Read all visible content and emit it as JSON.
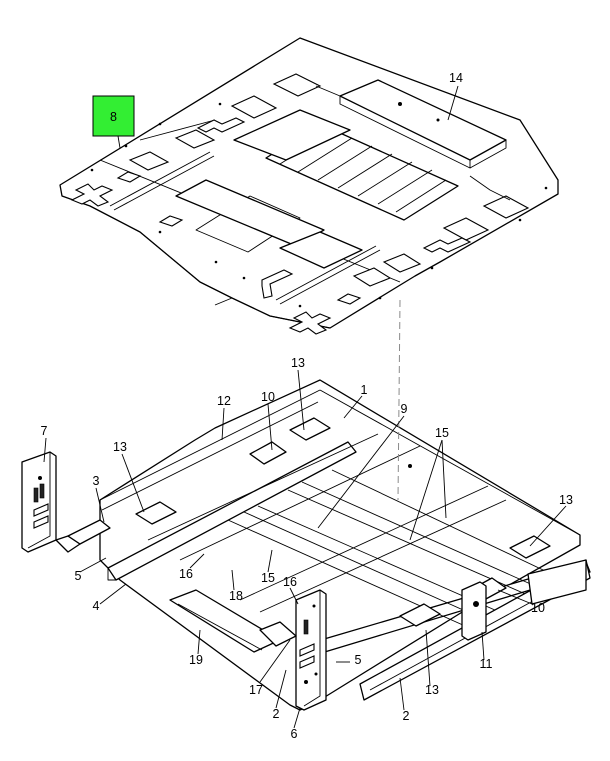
{
  "highlight": {
    "label": "8",
    "color": "#33ee33"
  },
  "callouts": {
    "c14": "14",
    "c13a": "13",
    "c13b": "13",
    "c13c": "13",
    "c13d": "13",
    "c12": "12",
    "c10a": "10",
    "c10b": "10",
    "c1": "1",
    "c9": "9",
    "c15a": "15",
    "c15b": "15",
    "c7": "7",
    "c3": "3",
    "c5a": "5",
    "c5b": "5",
    "c4": "4",
    "c16a": "16",
    "c16b": "16",
    "c18": "18",
    "c19": "19",
    "c17": "17",
    "c2a": "2",
    "c2b": "2",
    "c6": "6",
    "c11": "11"
  }
}
